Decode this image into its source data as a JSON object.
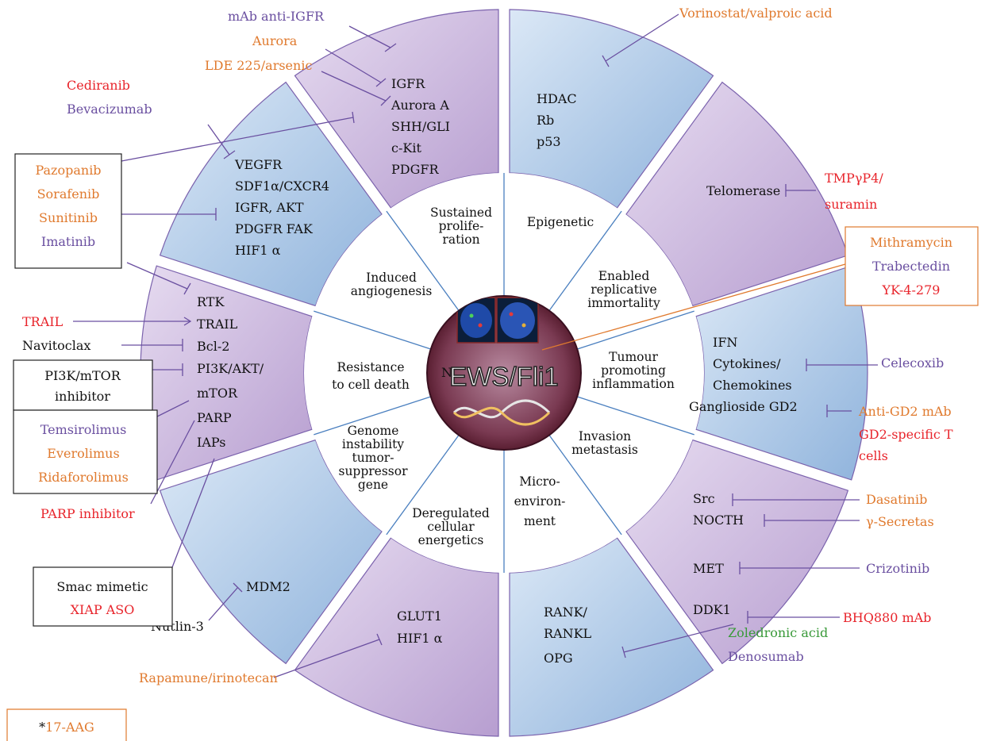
{
  "center": {
    "label": "EWS/Fli1",
    "hidden_text": "N"
  },
  "colors": {
    "blue_segment": "#a9c6e6",
    "purple_segment": "#cbb6dc",
    "outline": "#7b62ad",
    "blue_line": "#4a7fbf",
    "orange": "#e07a2e",
    "purple": "#6a4fa0",
    "red": "#e8242b",
    "green": "#3a9a3a"
  },
  "hallmarks": {
    "proliferation": [
      "Sustained",
      "prolife-",
      "ration"
    ],
    "epigenetic": [
      "Epigenetic"
    ],
    "immortality": [
      "Enabled",
      "replicative",
      "immortality"
    ],
    "inflammation": [
      "Tumour",
      "promoting",
      "inflammation"
    ],
    "invasion": [
      "Invasion",
      "metastasis"
    ],
    "microenvironment": [
      "Micro-",
      "environ-",
      "ment"
    ],
    "energetics": [
      "Deregulated",
      "cellular",
      "energetics"
    ],
    "genome": [
      "Genome",
      "instability",
      "tumor-",
      "suppressor",
      "gene"
    ],
    "cell_death": [
      "Resistance",
      "to cell death"
    ],
    "angiogenesis": [
      "Induced",
      "angiogenesis"
    ]
  },
  "targets": {
    "proliferation": [
      "IGFR",
      "Aurora A",
      "SHH/GLI",
      "c-Kit",
      "PDGFR"
    ],
    "epigenetic": [
      "HDAC",
      "Rb",
      "p53"
    ],
    "immortality": [
      "Telomerase"
    ],
    "inflammation": [
      "IFN",
      "Cytokines/",
      "Chemokines",
      "Ganglioside GD2"
    ],
    "invasion": [
      "Src",
      "NOCTH",
      "MET",
      "DDK1"
    ],
    "microenvironment": [
      "RANK/",
      "RANKL",
      "OPG"
    ],
    "energetics": [
      "GLUT1",
      "HIF1 α"
    ],
    "genome": [
      "MDM2"
    ],
    "cell_death": [
      "RTK",
      "TRAIL",
      "Bcl-2",
      "PI3K/AKT/",
      "mTOR",
      "PARP",
      "IAPs"
    ],
    "angiogenesis": [
      "VEGFR",
      "SDF1α/CXCR4",
      "IGFR, AKT",
      "PDGFR FAK",
      "HIF1 α"
    ]
  },
  "drugs": {
    "mab_igfr": "mAb anti-IGFR",
    "aurora": "Aurora",
    "lde": "LDE 225/arsenic",
    "cediranib": "Cediranib",
    "bevacizumab": "Bevacizumab",
    "vorinostat": "Vorinostat/valproic acid",
    "tmp_line1": "TMPγP4/",
    "tmp_line2": "suramin",
    "mithramycin": "Mithramycin",
    "trabectedin": "Trabectedin",
    "yk": "YK-4-279",
    "celecoxib": "Celecoxib",
    "anti_gd2": "Anti-GD2 mAb",
    "gd2_t_line1": "GD2-specific T",
    "gd2_t_line2": "cells",
    "dasatinib": "Dasatinib",
    "secretas": "γ-Secretas",
    "crizotinib": "Crizotinib",
    "bhq": "BHQ880 mAb",
    "zoledronic": "Zoledronic acid",
    "denosumab": "Denosumab",
    "rapamune": "Rapamune/irinotecan",
    "nutlin": "Nutlin-3",
    "smac": "Smac mimetic",
    "xiap": "XIAP ASO",
    "parp_inhibitor": "PARP inhibitor",
    "trail": "TRAIL",
    "navitoclax": "Navitoclax",
    "pi3k_line1": "PI3K/mTOR",
    "pi3k_line2": "inhibitor",
    "temsirolimus": "Temsirolimus",
    "everolimus": "Everolimus",
    "ridaforolimus": "Ridaforolimus",
    "pazopanib": "Pazopanib",
    "sorafenib": "Sorafenib",
    "sunitinib": "Sunitinib",
    "imatinib": "Imatinib",
    "aag_star": "*",
    "aag": "17-AAG"
  }
}
